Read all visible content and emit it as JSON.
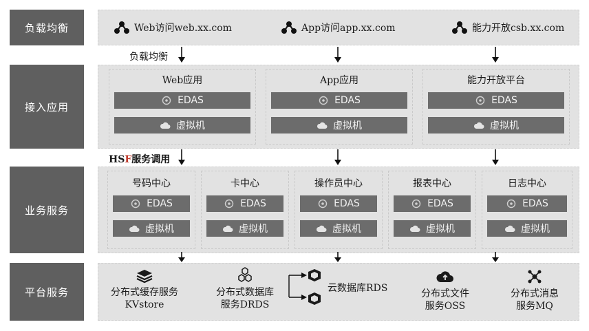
{
  "layers": {
    "lb": "负载均衡",
    "access": "接入应用",
    "business": "业务服务",
    "platform": "平台服务"
  },
  "lb_entries": [
    {
      "label": "Web访问web.xx.com"
    },
    {
      "label": "App访问app.xx.com"
    },
    {
      "label": "能力开放csb.xx.com"
    }
  ],
  "notes": {
    "lb_note": "负载均衡",
    "hsf_prefix": "HS",
    "hsf_f": "F",
    "hsf_suffix": "服务调用"
  },
  "access_apps": [
    {
      "title": "Web应用",
      "edas": "EDAS",
      "vm": "虚拟机"
    },
    {
      "title": "App应用",
      "edas": "EDAS",
      "vm": "虚拟机"
    },
    {
      "title": "能力开放平台",
      "edas": "EDAS",
      "vm": "虚拟机"
    }
  ],
  "business_services": [
    {
      "title": "号码中心",
      "edas": "EDAS",
      "vm": "虚拟机"
    },
    {
      "title": "卡中心",
      "edas": "EDAS",
      "vm": "虚拟机"
    },
    {
      "title": "操作员中心",
      "edas": "EDAS",
      "vm": "虚拟机"
    },
    {
      "title": "报表中心",
      "edas": "EDAS",
      "vm": "虚拟机"
    },
    {
      "title": "日志中心",
      "edas": "EDAS",
      "vm": "虚拟机"
    }
  ],
  "platform_services": {
    "kvstore": [
      "分布式缓存服务",
      "KVstore"
    ],
    "drds": [
      "分布式数据库",
      "服务DRDS"
    ],
    "rds": "云数据库RDS",
    "oss": [
      "分布式文件",
      "服务OSS"
    ],
    "mq": [
      "分布式消息",
      "服务MQ"
    ]
  },
  "colors": {
    "label_bg": "#5f5f5f",
    "panel_bg": "#e2e2e2",
    "bar_bg": "#6c6c6c",
    "accent_red": "#c0392b"
  }
}
